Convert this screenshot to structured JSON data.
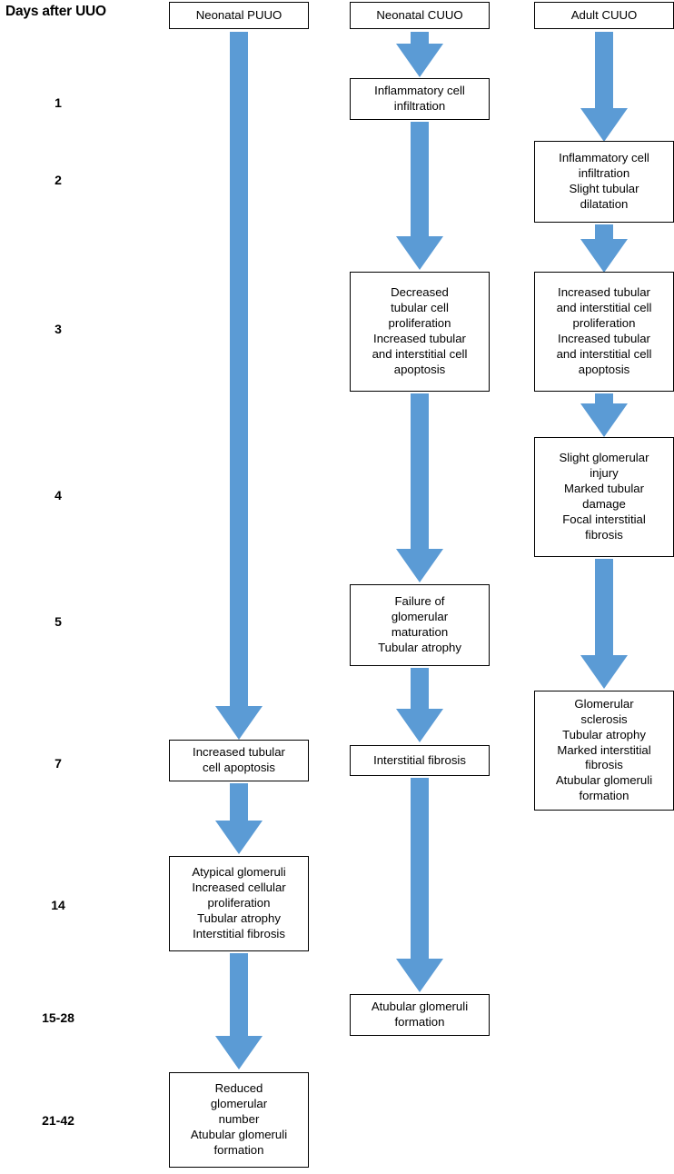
{
  "diagram": {
    "title": "Days after UUO",
    "accent_color": "#5B9BD5",
    "border_color": "#000000",
    "background_color": "#FFFFFF",
    "timeline_labels": [
      "1",
      "2",
      "3",
      "4",
      "5",
      "7",
      "14",
      "15-28",
      "21-42"
    ],
    "columns": [
      {
        "id": "neonatal-puuo",
        "header": "Neonatal PUUO",
        "nodes": [
          {
            "id": "puuo-n1",
            "text": "Increased tubular\ncell apoptosis",
            "day": "7"
          },
          {
            "id": "puuo-n2",
            "text": "Atypical glomeruli\nIncreased cellular\nproliferation\nTubular atrophy\nInterstitial fibrosis",
            "day": "14"
          },
          {
            "id": "puuo-n3",
            "text": "Reduced\nglomerular\nnumber\nAtubular glomeruli\nformation",
            "day": "21-42"
          }
        ]
      },
      {
        "id": "neonatal-cuuo",
        "header": "Neonatal CUUO",
        "nodes": [
          {
            "id": "cuuo-n1",
            "text": "Inflammatory cell\ninfiltration",
            "day": "1"
          },
          {
            "id": "cuuo-n2",
            "text": "Decreased\ntubular cell\nproliferation\nIncreased tubular\nand interstitial cell\napoptosis",
            "day": "3"
          },
          {
            "id": "cuuo-n3",
            "text": "Failure of\nglomerular\nmaturation\nTubular atrophy",
            "day": "5"
          },
          {
            "id": "cuuo-n4",
            "text": "Interstitial fibrosis",
            "day": "7"
          },
          {
            "id": "cuuo-n5",
            "text": "Atubular glomeruli\nformation",
            "day": "15-28"
          }
        ]
      },
      {
        "id": "adult-cuuo",
        "header": "Adult CUUO",
        "nodes": [
          {
            "id": "acuuo-n1",
            "text": "Inflammatory cell\ninfiltration\nSlight tubular\ndilatation",
            "day": "2"
          },
          {
            "id": "acuuo-n2",
            "text": "Increased tubular\nand interstitial cell\nproliferation\nIncreased tubular\nand interstitial cell\napoptosis",
            "day": "3"
          },
          {
            "id": "acuuo-n3",
            "text": "Slight glomerular\ninjury\nMarked tubular\ndamage\nFocal interstitial\nfibrosis",
            "day": "4"
          },
          {
            "id": "acuuo-n4",
            "text": "Glomerular\nsclerosis\nTubular atrophy\nMarked interstitial\nfibrosis\nAtubular glomeruli\nformation",
            "day": "7"
          }
        ]
      }
    ],
    "arrows": [
      {
        "id": "arrow-puuo-long",
        "from": "Neonatal PUUO header",
        "to": "Increased tubular cell apoptosis"
      },
      {
        "id": "arrow-puuo-2",
        "from": "Increased tubular cell apoptosis",
        "to": "Atypical glomeruli"
      },
      {
        "id": "arrow-puuo-3",
        "from": "Atypical glomeruli",
        "to": "Reduced glomerular number"
      },
      {
        "id": "arrow-cuuo-1",
        "from": "Neonatal CUUO header",
        "to": "Inflammatory cell infiltration"
      },
      {
        "id": "arrow-cuuo-2",
        "from": "Inflammatory cell infiltration",
        "to": "Decreased tubular cell proliferation"
      },
      {
        "id": "arrow-cuuo-3",
        "from": "Decreased tubular cell proliferation",
        "to": "Failure of glomerular maturation"
      },
      {
        "id": "arrow-cuuo-4",
        "from": "Failure of glomerular maturation",
        "to": "Interstitial fibrosis"
      },
      {
        "id": "arrow-cuuo-5",
        "from": "Interstitial fibrosis",
        "to": "Atubular glomeruli formation"
      },
      {
        "id": "arrow-acuuo-1",
        "from": "Adult CUUO header",
        "to": "Inflammatory cell infiltration Slight tubular dilatation"
      },
      {
        "id": "arrow-acuuo-2",
        "from": "Inflammatory cell infiltration Slight tubular dilatation",
        "to": "Increased tubular and interstitial cell proliferation"
      },
      {
        "id": "arrow-acuuo-3",
        "from": "Increased tubular and interstitial cell proliferation",
        "to": "Slight glomerular injury"
      },
      {
        "id": "arrow-acuuo-4",
        "from": "Slight glomerular injury",
        "to": "Glomerular sclerosis"
      }
    ]
  }
}
